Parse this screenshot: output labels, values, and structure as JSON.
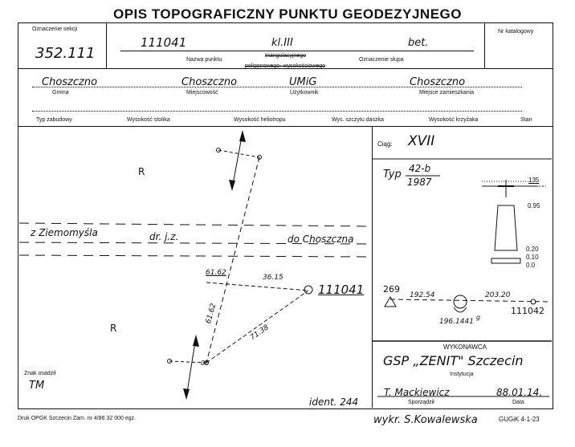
{
  "title": "OPIS TOPOGRAFICZNY PUNKTU GEODEZYJNEGO",
  "header": {
    "section_label": "Oznaczenie sekcji",
    "section_value": "352.111",
    "catalog_label": "Nr katalogowy",
    "point_number": "111041",
    "point_class": "kl.III",
    "post_material": "bet.",
    "point_name_label": "Nazwa punktu",
    "post_label": "Oznaczenie słupa",
    "kind_top": "triangulacyjnego",
    "kind_bottom": "poligonowego- wysokościowego"
  },
  "location": {
    "gmina_value": "Choszczno",
    "gmina_label": "Gmina",
    "miejscowosc_value": "Choszczno",
    "miejscowosc_label": "Miejscowość",
    "uzytkownik_value": "UMiG",
    "uzytkownik_label": "Użytkownik",
    "zamieszkanie_value": "Choszczno",
    "zamieszkanie_label": "Miejsce zamieszkania"
  },
  "columns": [
    "Typ zabudowy",
    "Wysokość stolika",
    "Wysokość heliotropu",
    "Wys. szczytu daszka",
    "Wysokość krzyżaka",
    "Stan"
  ],
  "sketch": {
    "land_R1": "R",
    "land_R2": "R",
    "road_from": "z Ziemomyśla",
    "road_type": "dr. j.z.",
    "road_to": "do Choszczna",
    "dist_6162_top": "61.62",
    "dist_3615": "36.15",
    "dist_6162_side": "61.62",
    "dist_7138": "71.38",
    "point_number": "111041",
    "ref_label": "00",
    "ident": "ident. 244",
    "mark_label": "Znak osadził",
    "mark_value": "TM"
  },
  "right_panel": {
    "ciag_label": "Ciąg:",
    "ciag_value": "XVII",
    "typ_label": "Typ",
    "typ_top": "42-b",
    "typ_bottom": "1987",
    "depth_values": [
      "135",
      "0.95",
      "0.20",
      "0.10",
      "0.0"
    ],
    "traverse_left": "269",
    "traverse_right": "111042",
    "traverse_d1": "192.54",
    "traverse_d2": "203.20",
    "traverse_angle": "196.1441",
    "angle_unit": "g"
  },
  "execution": {
    "wykonawca_label": "WYKONAWCA",
    "wykonawca_value": "GSP „ZENIT\" Szczecin",
    "instytucja_label": "Instytucja",
    "sporzadzil_value": "T. Mackiewicz",
    "sporzadzil_label": "Sporządził",
    "data_value": "88.01.14.",
    "data_label": "Data"
  },
  "footer": {
    "print_info": "Druk OPGK Szczecin Zam. nr 4/86   32 000 egz.",
    "author": "wykr. S.Kowalewska",
    "form_code": "GUGiK 4-1-23"
  }
}
